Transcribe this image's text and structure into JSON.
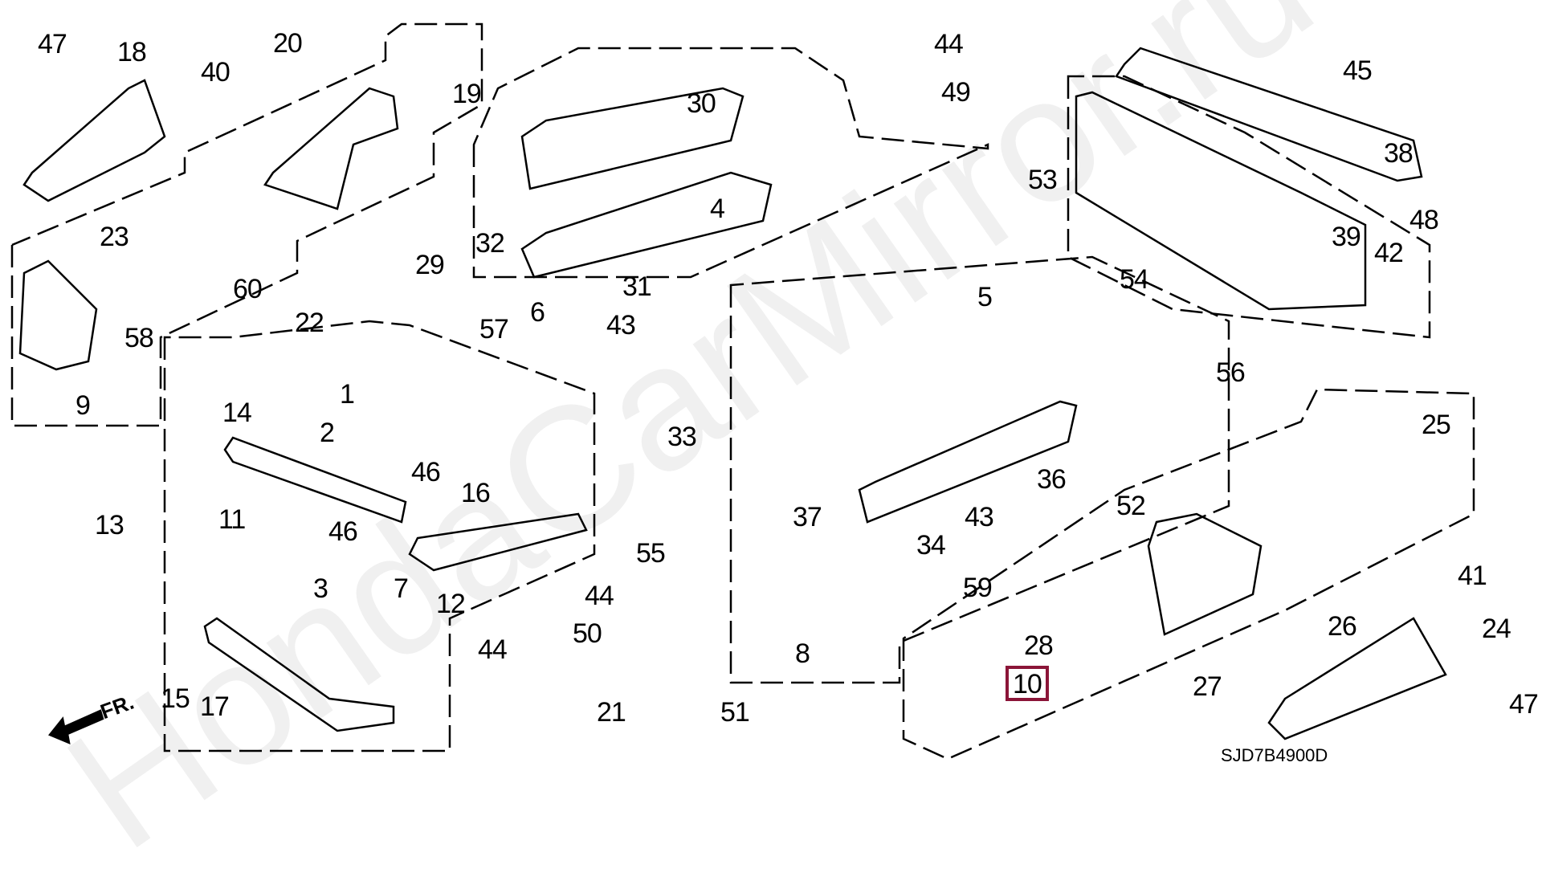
{
  "diagram": {
    "type": "exploded parts diagram",
    "watermark": "HondaCarMirror.ru",
    "caption": "SJD7B4900D",
    "direction_indicator": "FR.",
    "highlight_color": "#8b1538",
    "highlighted_part": "10",
    "callouts": [
      {
        "id": "47a",
        "label": "47"
      },
      {
        "id": "18",
        "label": "18"
      },
      {
        "id": "20",
        "label": "20"
      },
      {
        "id": "40",
        "label": "40"
      },
      {
        "id": "19",
        "label": "19"
      },
      {
        "id": "23",
        "label": "23"
      },
      {
        "id": "60",
        "label": "60"
      },
      {
        "id": "22",
        "label": "22"
      },
      {
        "id": "58",
        "label": "58"
      },
      {
        "id": "9",
        "label": "9"
      },
      {
        "id": "1",
        "label": "1"
      },
      {
        "id": "14",
        "label": "14"
      },
      {
        "id": "2",
        "label": "2"
      },
      {
        "id": "46a",
        "label": "46"
      },
      {
        "id": "11",
        "label": "11"
      },
      {
        "id": "13",
        "label": "13"
      },
      {
        "id": "46b",
        "label": "46"
      },
      {
        "id": "16",
        "label": "16"
      },
      {
        "id": "7",
        "label": "7"
      },
      {
        "id": "3",
        "label": "3"
      },
      {
        "id": "12",
        "label": "12"
      },
      {
        "id": "15",
        "label": "15"
      },
      {
        "id": "17",
        "label": "17"
      },
      {
        "id": "44a",
        "label": "44"
      },
      {
        "id": "49",
        "label": "49"
      },
      {
        "id": "30",
        "label": "30"
      },
      {
        "id": "4",
        "label": "4"
      },
      {
        "id": "32",
        "label": "32"
      },
      {
        "id": "29",
        "label": "29"
      },
      {
        "id": "31",
        "label": "31"
      },
      {
        "id": "6",
        "label": "6"
      },
      {
        "id": "57",
        "label": "57"
      },
      {
        "id": "43a",
        "label": "43"
      },
      {
        "id": "45",
        "label": "45"
      },
      {
        "id": "38",
        "label": "38"
      },
      {
        "id": "53",
        "label": "53"
      },
      {
        "id": "39",
        "label": "39"
      },
      {
        "id": "48",
        "label": "48"
      },
      {
        "id": "42",
        "label": "42"
      },
      {
        "id": "54",
        "label": "54"
      },
      {
        "id": "56",
        "label": "56"
      },
      {
        "id": "5",
        "label": "5"
      },
      {
        "id": "33",
        "label": "33"
      },
      {
        "id": "36",
        "label": "36"
      },
      {
        "id": "37",
        "label": "37"
      },
      {
        "id": "43b",
        "label": "43"
      },
      {
        "id": "34",
        "label": "34"
      },
      {
        "id": "8",
        "label": "8"
      },
      {
        "id": "55",
        "label": "55"
      },
      {
        "id": "44b",
        "label": "44"
      },
      {
        "id": "50",
        "label": "50"
      },
      {
        "id": "44c",
        "label": "44"
      },
      {
        "id": "21",
        "label": "21"
      },
      {
        "id": "51",
        "label": "51"
      },
      {
        "id": "25",
        "label": "25"
      },
      {
        "id": "52",
        "label": "52"
      },
      {
        "id": "59",
        "label": "59"
      },
      {
        "id": "28",
        "label": "28"
      },
      {
        "id": "10",
        "label": "10"
      },
      {
        "id": "27",
        "label": "27"
      },
      {
        "id": "41",
        "label": "41"
      },
      {
        "id": "26",
        "label": "26"
      },
      {
        "id": "24",
        "label": "24"
      },
      {
        "id": "47b",
        "label": "47"
      }
    ]
  }
}
